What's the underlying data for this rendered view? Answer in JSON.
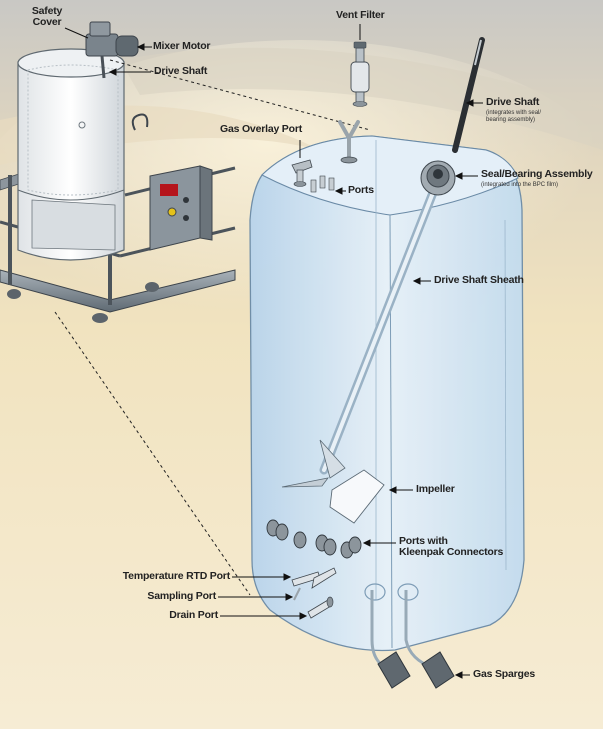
{
  "labels": {
    "safety_cover": [
      "Safety",
      "Cover"
    ],
    "mixer_motor": "Mixer Motor",
    "drive_shaft_left": "Drive Shaft",
    "vent_filter": "Vent Filter",
    "drive_shaft_right": "Drive Shaft",
    "drive_shaft_note": [
      "(integrates with seal/",
      "bearing assembly)"
    ],
    "gas_overlay_port": "Gas Overlay Port",
    "ports": "Ports",
    "seal_bearing": "Seal/Bearing Assembly",
    "seal_bearing_note": "(integrated into the BPC film)",
    "drive_shaft_sheath": "Drive Shaft Sheath",
    "impeller": "Impeller",
    "ports_with": [
      "Ports with",
      "Kleenpak Connectors"
    ],
    "temperature_rtd": "Temperature RTD Port",
    "sampling_port": "Sampling Port",
    "drain_port": "Drain Port",
    "gas_sparges": "Gas Sparges"
  },
  "colors": {
    "sky_top": "#cfcfcc",
    "sky_mid": "#e9dcb8",
    "sand": "#f3e7c9",
    "bag_fill": "#cfe3f3",
    "bag_edge": "#6a8aa6",
    "metal": "#7e8a94"
  }
}
